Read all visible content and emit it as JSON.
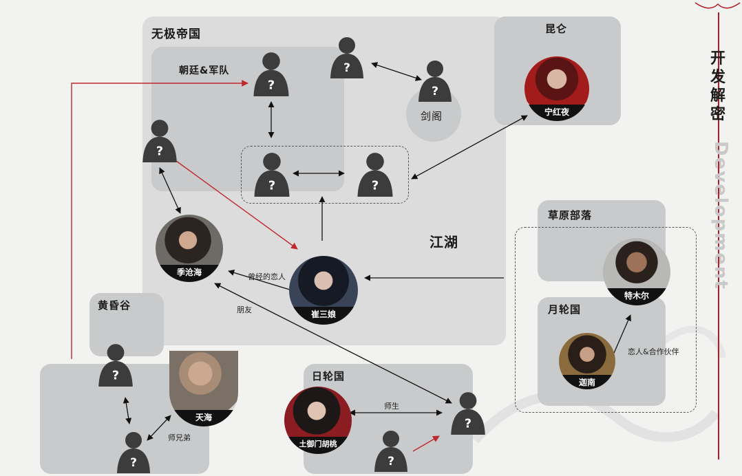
{
  "side_title": "开发解密",
  "side_subtitle": "Development",
  "regions": {
    "empire": "无极帝国",
    "court": "朝廷&军队",
    "kunlun": "昆仑",
    "grassland": "草原部落",
    "moon": "月轮国",
    "dusk": "黄昏谷",
    "sun": "日轮国",
    "jianghu": "江湖",
    "jiange": "剑阁"
  },
  "characters": {
    "ning": "宁红夜",
    "ji": "季沧海",
    "cui": "崔三娘",
    "temur": "特木尔",
    "jianan": "迦南",
    "tianhai": "天海",
    "hutao": "土御门胡桃"
  },
  "unknown_mark": "?",
  "relations": {
    "former_lover": "曾经的恋人",
    "friend": "朋友",
    "lover_partner": "恋人&合作伙伴",
    "master_student": "师生",
    "brothers": "师兄弟"
  },
  "colors": {
    "region": "#c9cacb",
    "arrow": "#111111",
    "red_arrow": "#c0282d",
    "silhouette": "#3c3c3c"
  }
}
